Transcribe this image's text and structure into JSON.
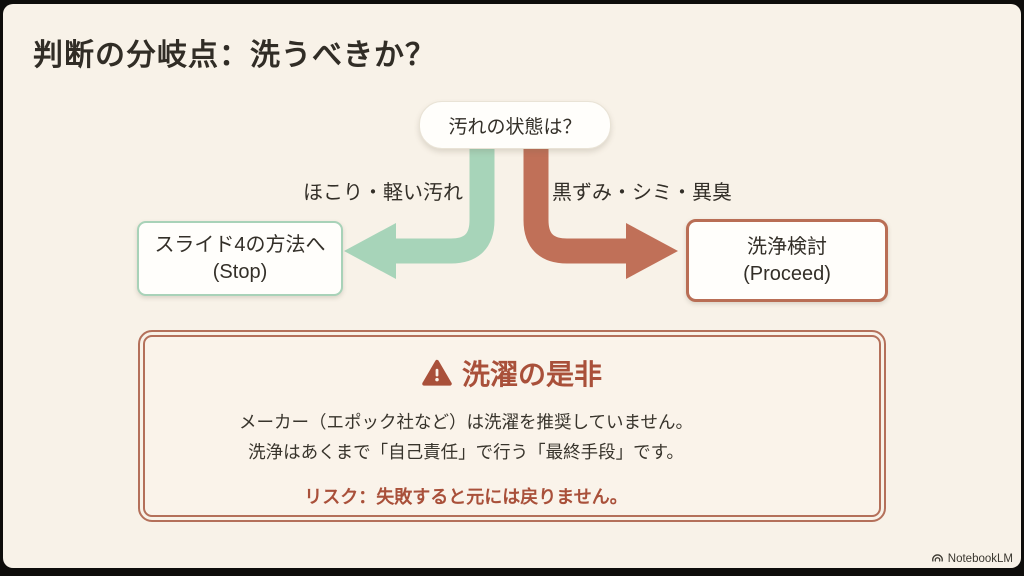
{
  "slide": {
    "title": "判断の分岐点：洗うべきか？",
    "flow": {
      "root_label": "汚れの状態は？",
      "left_branch": {
        "condition": "ほこり・軽い汚れ",
        "result_title": "スライド4の方法へ",
        "result_sub": "(Stop)"
      },
      "right_branch": {
        "condition": "黒ずみ・シミ・異臭",
        "result_title": "洗浄検討",
        "result_sub": "(Proceed)"
      }
    },
    "warning": {
      "heading": "洗濯の是非",
      "body_line1": "メーカー（エポック社など）は洗濯を推奨していません。",
      "body_line2": "洗浄はあくまで「自己責任」で行う「最終手段」です。",
      "risk": "リスク：失敗すると元には戻りません。"
    },
    "footer": {
      "brand": "NotebookLM"
    },
    "colors": {
      "slide_background": "#f8f2e8",
      "frame": "#0e0d0b",
      "text_dark": "#332f28",
      "mint_arrow": "#a7d4b9",
      "terracotta_arrow": "#c07058",
      "rust_accent": "#a9503a",
      "warning_border": "#b4705a",
      "warning_fill": "#faf3ea"
    }
  }
}
